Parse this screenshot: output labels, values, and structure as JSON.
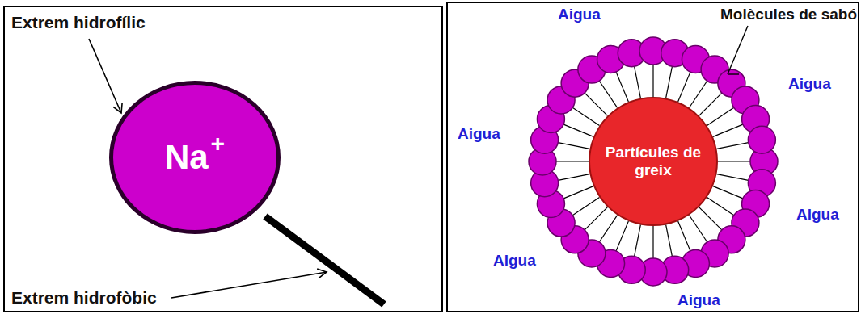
{
  "diagram": {
    "nodes": [
      {
        "text": [
          "Na",
          "+"
        ]
      },
      {
        "text": [
          "Partícules de greix"
        ]
      }
    ],
    "labels": [
      "Extrem hidrofílic",
      "Extrem hidrofòbic",
      "Aigua",
      "Molècules de sabó",
      "Aigua",
      "Aigua",
      "Aigua",
      "Aigua",
      "Aigua"
    ]
  }
}
